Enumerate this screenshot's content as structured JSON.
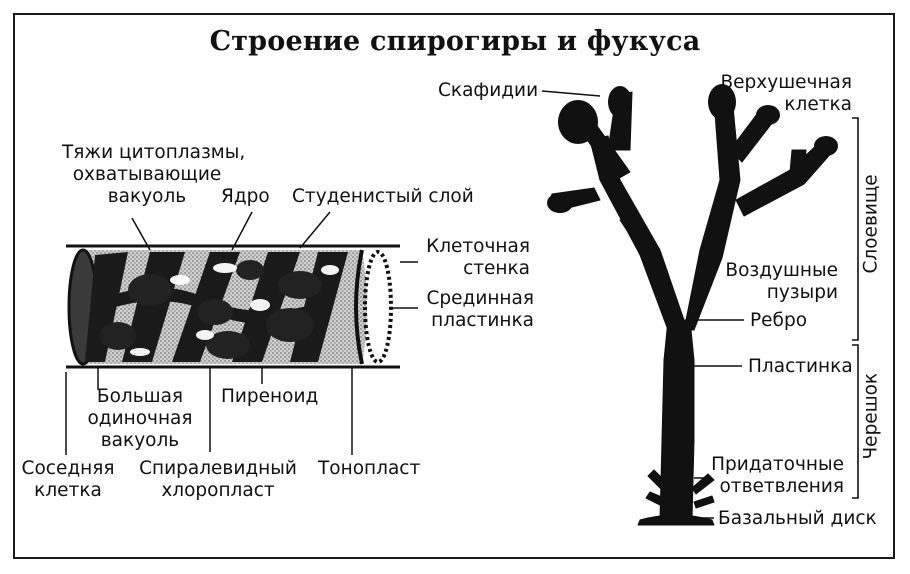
{
  "title": "Строение спирогиры и фукуса",
  "spirogyra": {
    "strands_l1": "Тяжи цитоплазмы,",
    "strands_l2": "охватывающие",
    "strands_l3": "вакуоль",
    "nucleus": "Ядро",
    "jelly": "Студенистый слой",
    "wall_l1": "Клеточная",
    "wall_l2": "стенка",
    "lamella_l1": "Срединная",
    "lamella_l2": "пластинка",
    "vacuole_l1": "Большая",
    "vacuole_l2": "одиночная",
    "vacuole_l3": "вакуоль",
    "pyrenoid": "Пиреноид",
    "neighbor_l1": "Соседняя",
    "neighbor_l2": "клетка",
    "chloro_l1": "Спиралевидный",
    "chloro_l2": "хлоропласт",
    "tonoplast": "Тонопласт"
  },
  "fucus": {
    "scaphidia": "Скафидии",
    "apical_l1": "Верхушечная",
    "apical_l2": "клетка",
    "thallus": "Слоевище",
    "bladders_l1": "Воздушные",
    "bladders_l2": "пузыри",
    "rib": "Ребро",
    "blade": "Пластинка",
    "stipe": "Черешок",
    "branches_l1": "Придаточные",
    "branches_l2": "ответвления",
    "disc": "Базальный диск"
  },
  "colors": {
    "ink": "#111111",
    "cell_fill": "#bdbdbd"
  }
}
